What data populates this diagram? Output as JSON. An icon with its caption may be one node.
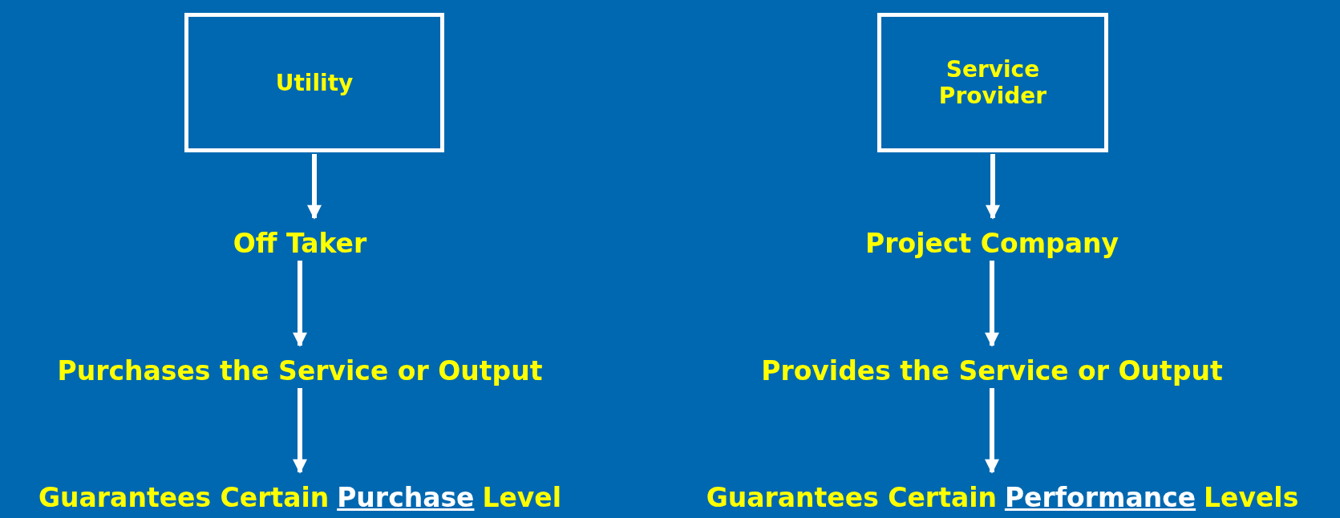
{
  "diagram": {
    "nodes": [
      {
        "text": [
          "Utility"
        ]
      },
      {
        "text": [
          "Off Taker"
        ]
      },
      {
        "text": [
          "Purchases the Service or Output"
        ]
      },
      {
        "text": [
          "Guarantees Certain",
          "Purchase",
          "Level"
        ]
      },
      {
        "text": [
          "Service Provider"
        ]
      },
      {
        "text": [
          "Project Company"
        ]
      },
      {
        "text": [
          "Provides the Service or Output"
        ]
      },
      {
        "text": [
          "Guarantees Certain",
          "Performance",
          "Levels"
        ]
      }
    ],
    "edges": [
      {
        "from": 0,
        "to": 1,
        "arrow": "to"
      },
      {
        "from": 1,
        "to": 2,
        "arrow": "to"
      },
      {
        "from": 2,
        "to": 3,
        "arrow": "to"
      },
      {
        "from": 4,
        "to": 5,
        "arrow": "to"
      },
      {
        "from": 5,
        "to": 6,
        "arrow": "to"
      },
      {
        "from": 6,
        "to": 7,
        "arrow": "to"
      }
    ]
  }
}
